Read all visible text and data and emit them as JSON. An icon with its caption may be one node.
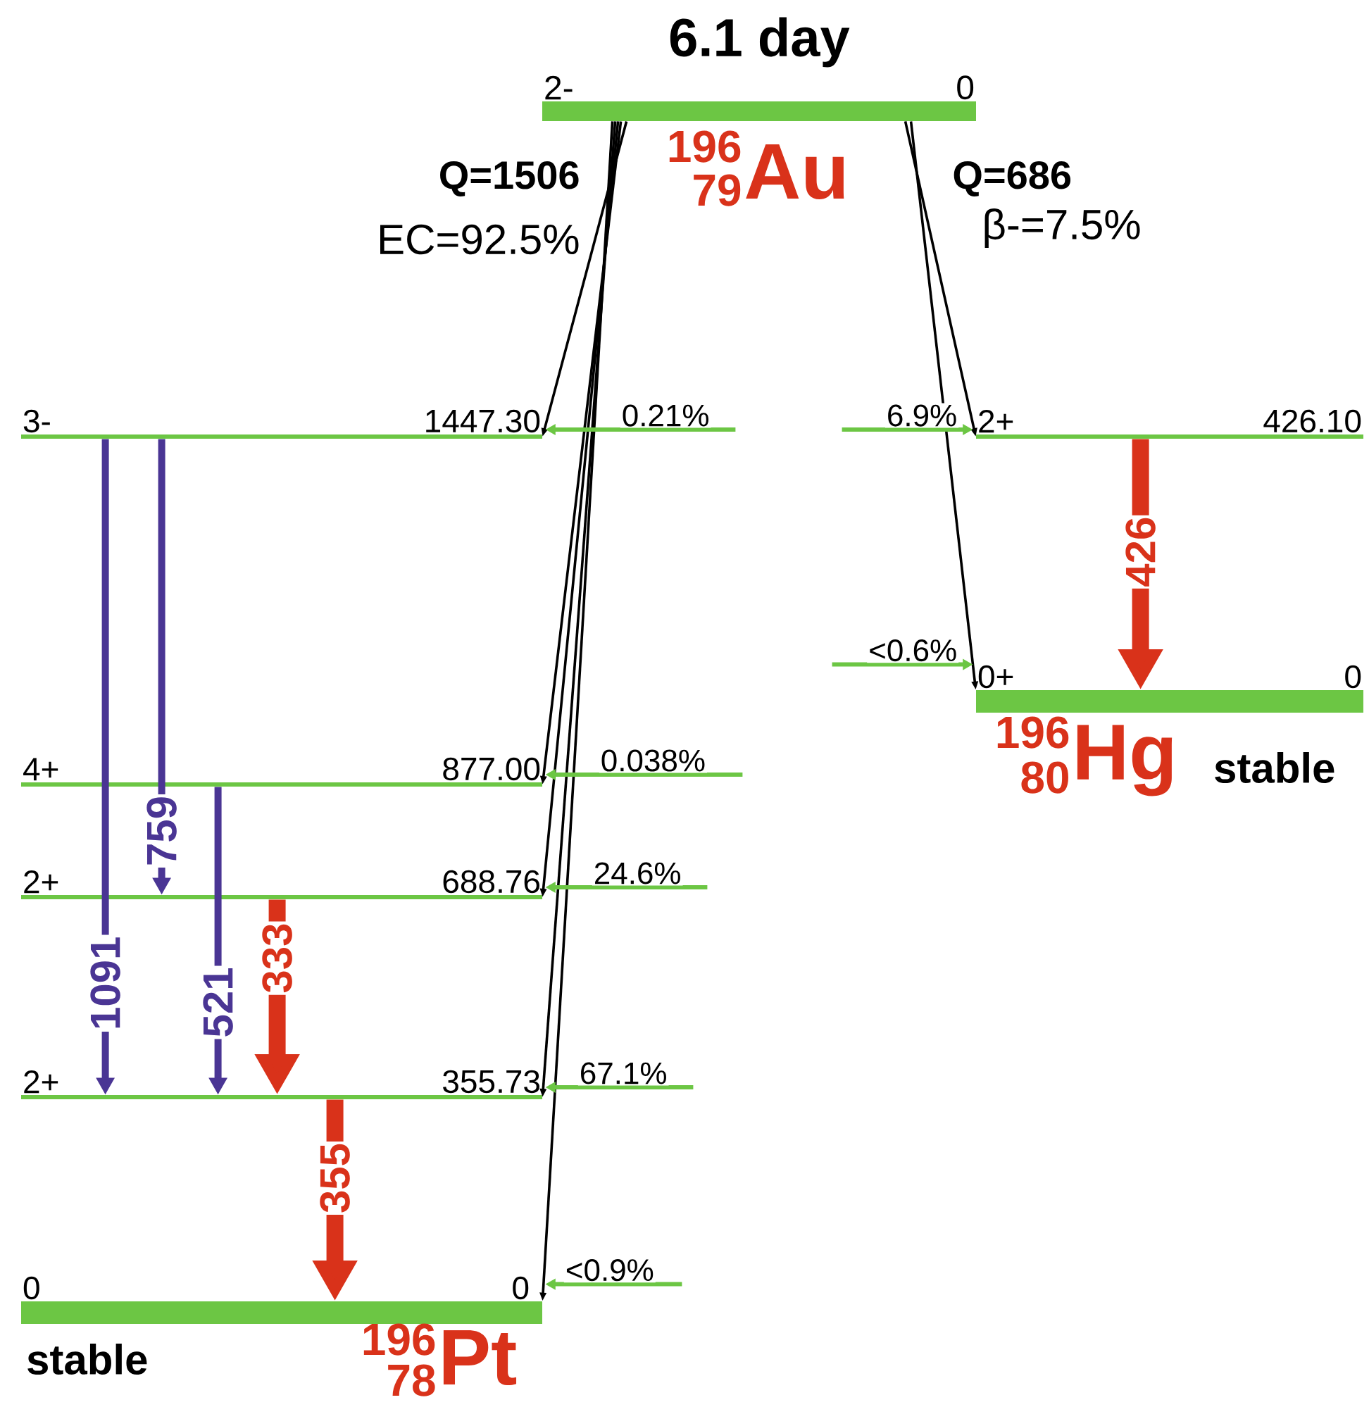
{
  "diagram": {
    "title": "6.1 day",
    "nodes": [
      {
        "text": [
          "2-",
          "0"
        ]
      },
      {
        "text": [
          "3-",
          "1447.30"
        ]
      },
      {
        "text": [
          "4+",
          "877.00"
        ]
      },
      {
        "text": [
          "2+",
          "688.76"
        ]
      },
      {
        "text": [
          "2+",
          "355.73"
        ]
      },
      {
        "text": [
          "0",
          "0"
        ],
        "beside": [
          "stable"
        ]
      },
      {
        "text": [
          "2+",
          "426.10"
        ]
      },
      {
        "text": [
          "0+",
          "0"
        ],
        "beside": [
          "stable"
        ]
      }
    ],
    "edges": [
      {
        "from": 0,
        "to": 1,
        "arrow": "to"
      },
      {
        "from": 0,
        "to": 2,
        "arrow": "to"
      },
      {
        "from": 0,
        "to": 3,
        "arrow": "to"
      },
      {
        "from": 0,
        "to": 4,
        "arrow": "to"
      },
      {
        "from": 0,
        "to": 5,
        "arrow": "to"
      },
      {
        "from": 0,
        "to": 6,
        "arrow": "to"
      },
      {
        "from": 0,
        "to": 7,
        "arrow": "to"
      },
      {
        "from": null,
        "to": 1,
        "arrow": "to",
        "label": "0.21%",
        "color": "#6cc644"
      },
      {
        "from": null,
        "to": 2,
        "arrow": "to",
        "label": "0.038%",
        "color": "#6cc644"
      },
      {
        "from": null,
        "to": 3,
        "arrow": "to",
        "label": "24.6%",
        "color": "#6cc644"
      },
      {
        "from": null,
        "to": 4,
        "arrow": "to",
        "label": "67.1%",
        "color": "#6cc644"
      },
      {
        "from": null,
        "to": 5,
        "arrow": "to",
        "label": "<0.9%",
        "color": "#6cc644"
      },
      {
        "from": null,
        "to": 6,
        "arrow": "to",
        "label": "6.9%",
        "color": "#6cc644"
      },
      {
        "from": null,
        "to": 7,
        "arrow": "to",
        "label": "<0.6%",
        "color": "#6cc644"
      },
      {
        "from": 1,
        "to": 4,
        "arrow": "to",
        "label": "1091",
        "color": "#4a3594"
      },
      {
        "from": 1,
        "to": 3,
        "arrow": "to",
        "label": "759",
        "color": "#4a3594"
      },
      {
        "from": 2,
        "to": 4,
        "arrow": "to",
        "label": "521",
        "color": "#4a3594"
      },
      {
        "from": 3,
        "to": 4,
        "arrow": "to",
        "label": "333",
        "style": "thick",
        "color": "#d9321a"
      },
      {
        "from": 4,
        "to": 5,
        "arrow": "to",
        "label": "355",
        "style": "thick",
        "color": "#d9321a"
      },
      {
        "from": 6,
        "to": 7,
        "arrow": "to",
        "label": "426",
        "style": "thick",
        "color": "#d9321a"
      }
    ],
    "labels": [
      "Q=1506",
      "196",
      "79",
      "Au",
      "Q=686",
      "EC=92.5%",
      "β-=7.5%",
      "196",
      "80",
      "Hg",
      "196",
      "78",
      "Pt"
    ]
  }
}
